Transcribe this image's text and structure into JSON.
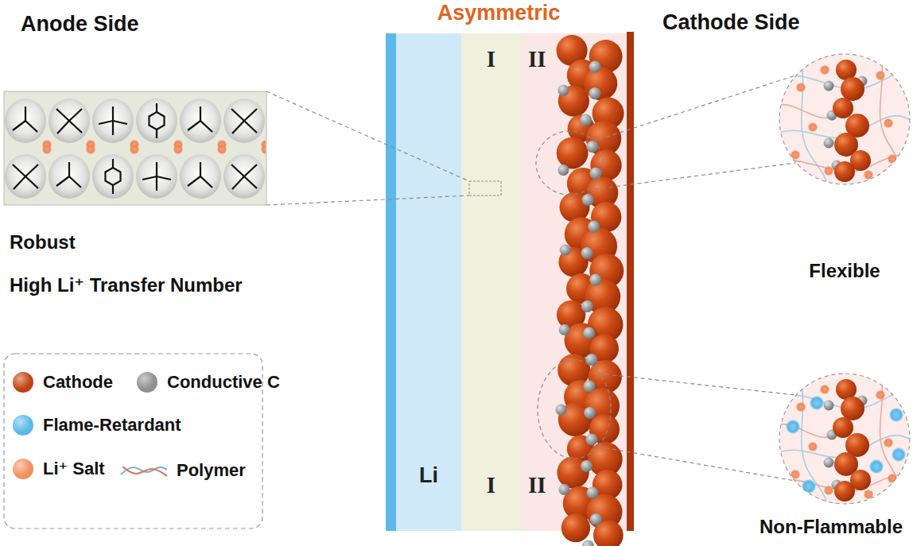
{
  "diagram": {
    "nodes": [
      {
        "text": [
          "Li"
        ]
      },
      {
        "text": [
          "I",
          "I"
        ]
      },
      {
        "text": [
          "II",
          "II"
        ]
      }
    ],
    "labels": [
      "Anode Side",
      "Asymmetric",
      "Cathode Side",
      "Robust",
      "High Li⁺ Transfer Number",
      "Flexible",
      "Non-Flammable"
    ],
    "legend": [
      {
        "text": "Cathode",
        "color": "#c2410c"
      },
      {
        "text": "Conductive C",
        "color": "#8c9091"
      },
      {
        "text": "Flame-Retardant",
        "color": "#5bb8ea"
      },
      {
        "text": "Li⁺ Salt",
        "color": "#f4905e"
      },
      {
        "text": "Polymer"
      }
    ]
  }
}
